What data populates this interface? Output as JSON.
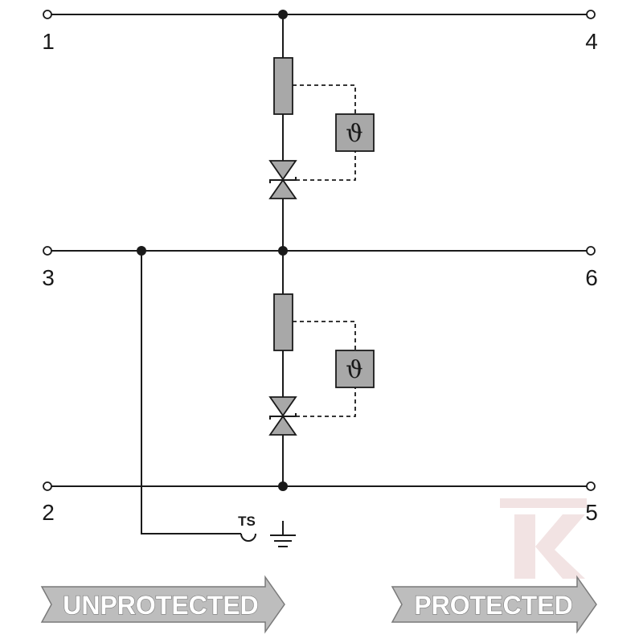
{
  "terminals": {
    "t1": "1",
    "t2": "2",
    "t3": "3",
    "t4": "4",
    "t5": "5",
    "t6": "6"
  },
  "ts_label": "TS",
  "theta_symbol": "ϑ",
  "banners": {
    "unprotected": "UNPROTECTED",
    "protected": "PROTECTED"
  },
  "colors": {
    "line": "#1a1a1a",
    "component_fill": "#a8a8a8",
    "banner_fill": "#bdbdbd"
  },
  "icons": {
    "ground": "ground-icon",
    "watermark": "k-logo-watermark"
  }
}
